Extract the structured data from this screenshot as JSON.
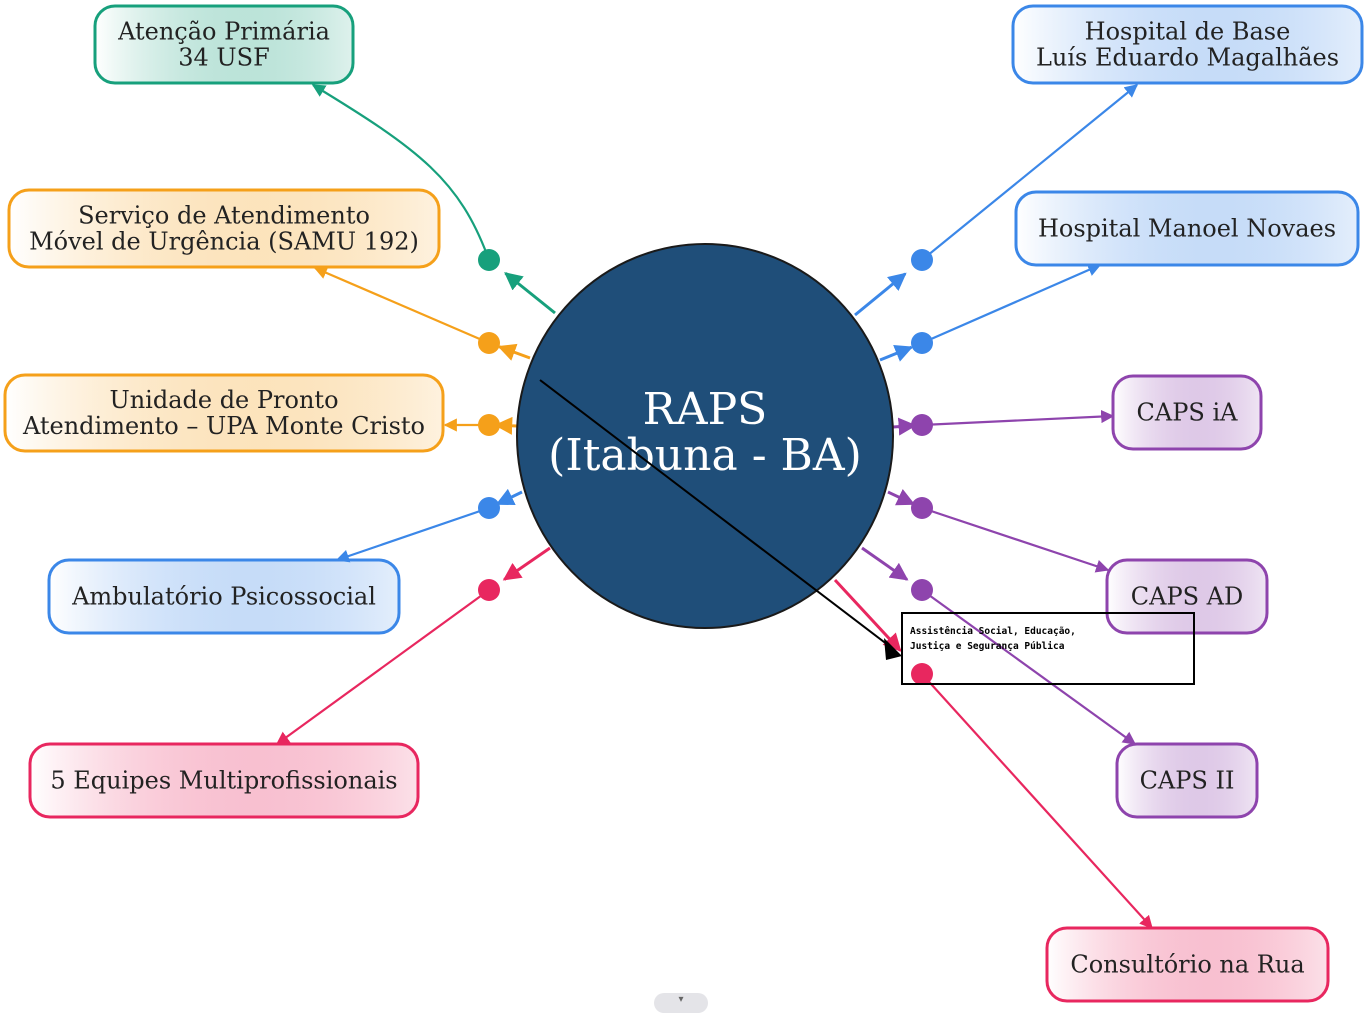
{
  "diagram": {
    "center": {
      "line1": "RAPS",
      "line2": "(Itabuna - BA)",
      "color": "#1f4e79"
    },
    "nodes": [
      {
        "id": "atencao-primaria",
        "lines": [
          "Atenção Primária",
          "34 USF"
        ],
        "color": "#17a07c"
      },
      {
        "id": "samu",
        "lines": [
          "Serviço de Atendimento",
          "Móvel de Urgência (SAMU 192)"
        ],
        "color": "#f5a01a"
      },
      {
        "id": "upa",
        "lines": [
          "Unidade de Pronto",
          "Atendimento – UPA Monte Cristo"
        ],
        "color": "#f5a01a"
      },
      {
        "id": "ambulatorio",
        "lines": [
          "Ambulatório Psicossocial"
        ],
        "color": "#3b87e8"
      },
      {
        "id": "equipes",
        "lines": [
          "5 Equipes Multiprofissionais"
        ],
        "color": "#e8275f"
      },
      {
        "id": "hospital-base",
        "lines": [
          "Hospital de Base",
          "Luís Eduardo Magalhães"
        ],
        "color": "#3b87e8"
      },
      {
        "id": "hospital-manoel",
        "lines": [
          "Hospital Manoel Novaes"
        ],
        "color": "#3b87e8"
      },
      {
        "id": "caps-ia",
        "lines": [
          "CAPS iA"
        ],
        "color": "#8e44ad"
      },
      {
        "id": "caps-ad",
        "lines": [
          "CAPS AD"
        ],
        "color": "#8e44ad"
      },
      {
        "id": "caps-ii",
        "lines": [
          "CAPS II"
        ],
        "color": "#8e44ad"
      },
      {
        "id": "consultorio",
        "lines": [
          "Consultório na Rua"
        ],
        "color": "#e8275f"
      }
    ],
    "annotation": {
      "line1": "Assistência Social, Educação,",
      "line2": "Justiça e Segurança Pública"
    },
    "scroll_indicator": "▾"
  }
}
